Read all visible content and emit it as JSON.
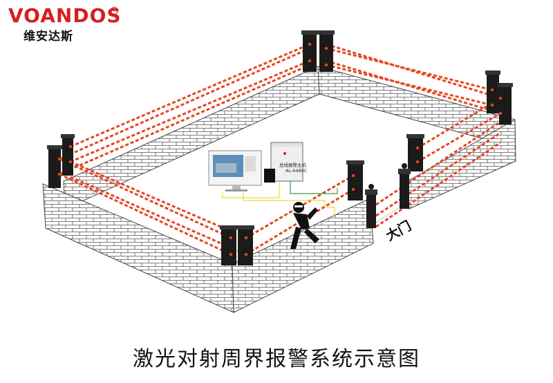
{
  "logo": {
    "brand": "VOANDOS",
    "registered": "R",
    "chinese_name": "维安达斯"
  },
  "controller": {
    "title": "总线报警主机",
    "model": "AL-6480C"
  },
  "gate_label": "大门",
  "caption": "激光对射周界报警系统示意图",
  "colors": {
    "beam": "#e6461e",
    "logo_red": "#d61f1f",
    "wire_yellow": "#e8de3a",
    "wire_green": "#2f9e44",
    "wall_line": "#444444",
    "post": "#1b1b1b"
  }
}
